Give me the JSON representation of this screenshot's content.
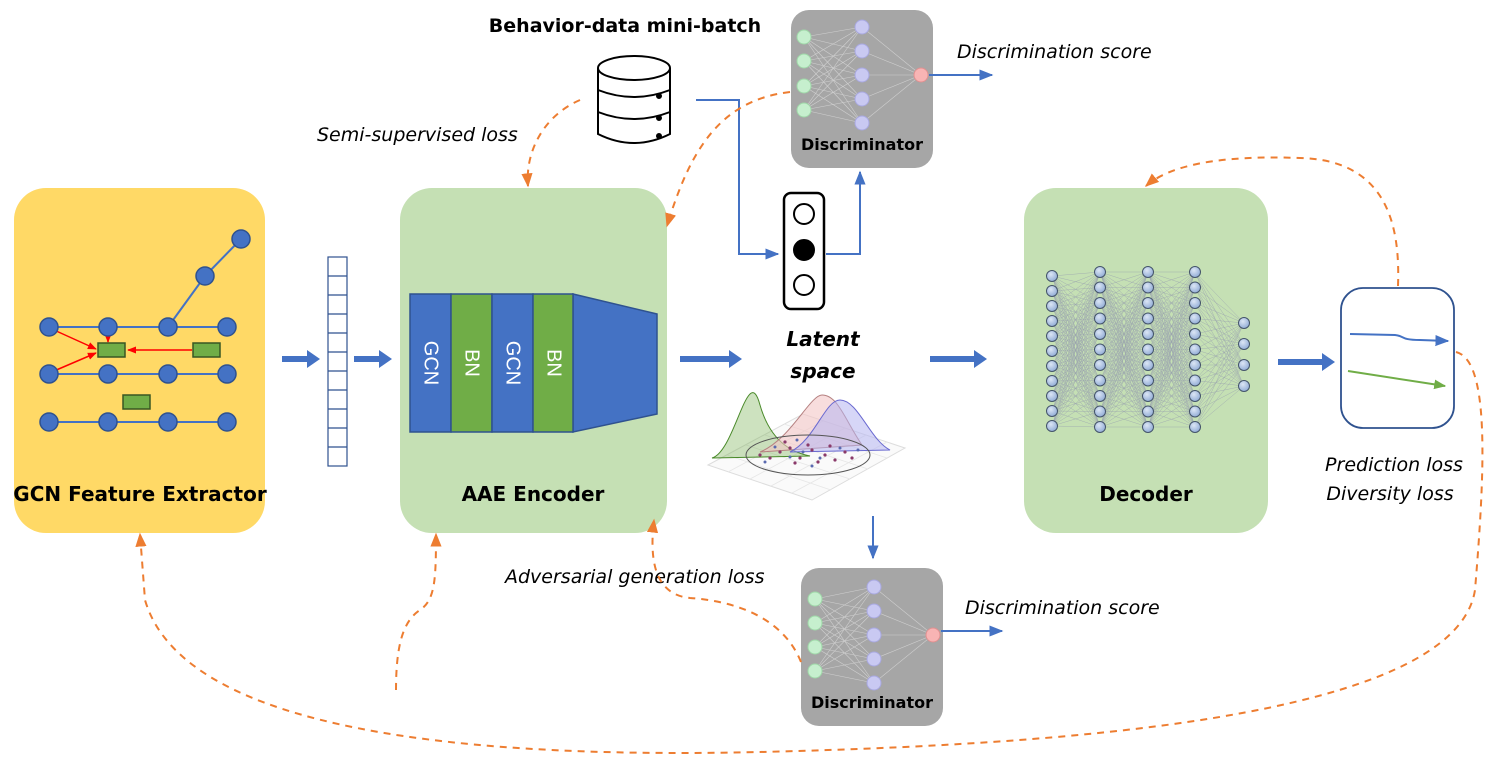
{
  "labels": {
    "gcn_feature_extractor": "GCN Feature Extractor",
    "aae_encoder": "AAE Encoder",
    "decoder": "Decoder",
    "behavior_batch": "Behavior-data mini-batch",
    "discriminator_top": "Discriminator",
    "discriminator_bottom": "Discriminator",
    "discrimination_score_top": "Discrimination score",
    "discrimination_score_bottom": "Discrimination score",
    "semi_supervised_loss": "Semi-supervised loss",
    "adversarial_generation_loss": "Adversarial generation loss",
    "latent_space_line1": "Latent",
    "latent_space_line2": "space",
    "prediction_loss": "Prediction loss",
    "diversity_loss": "Diversity loss"
  },
  "encoder_layers": [
    "GCN",
    "BN",
    "GCN",
    "BN"
  ],
  "colors": {
    "gcn_panel": "#FFD966",
    "green_panel": "#C5E0B4",
    "grey_panel": "#A6A6A6",
    "blue": "#4472C4",
    "green": "#70AD47",
    "orange": "#ED7D31",
    "red": "#FF0000"
  }
}
